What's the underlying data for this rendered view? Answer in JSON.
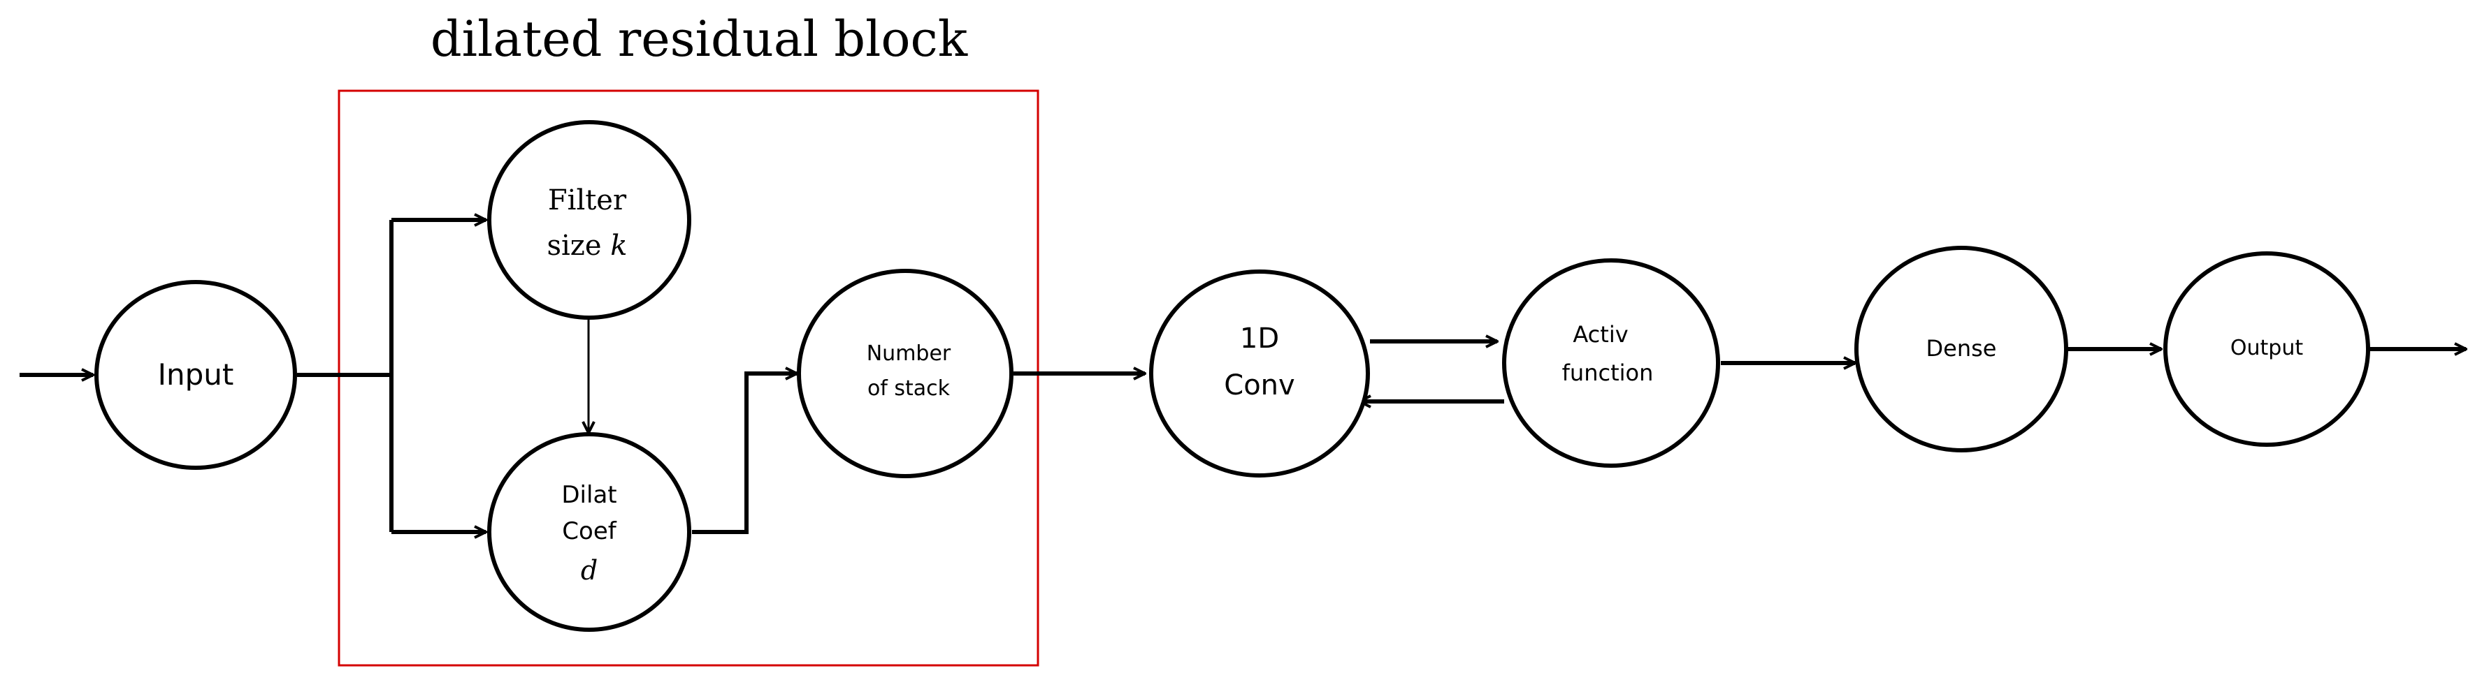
{
  "title": "dilated residual block",
  "colors": {
    "block_border": "#d40000",
    "line": "#000000",
    "background": "#ffffff"
  },
  "nodes": {
    "input": {
      "line1": "Input"
    },
    "filter": {
      "line1": "Filter",
      "line2_text": "size ",
      "line2_var": "k"
    },
    "dilat": {
      "line1": "Dilat",
      "line2": "Coef",
      "line3_var": "d"
    },
    "stack": {
      "line1": "Number",
      "line2": "of stack"
    },
    "conv": {
      "line1": "1D",
      "line2": "Conv"
    },
    "activ": {
      "line1": "Activ",
      "line2": "function"
    },
    "dense": {
      "line1": "Dense"
    },
    "output": {
      "line1": "Output"
    }
  }
}
